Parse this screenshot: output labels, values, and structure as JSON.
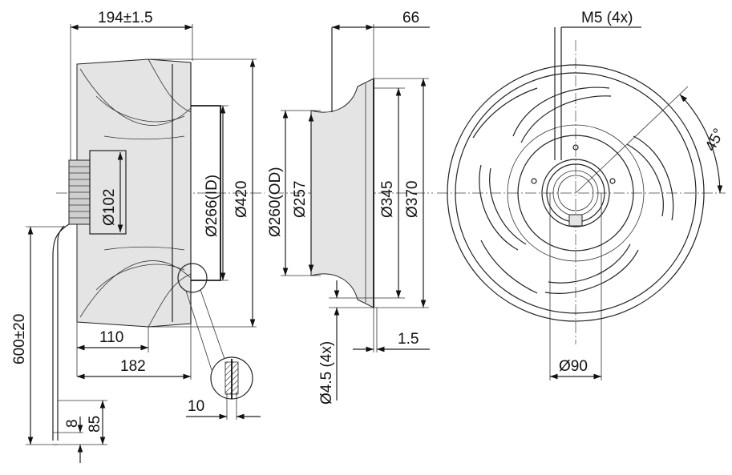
{
  "labels": {
    "width_overall": "194±1.5",
    "inlet_depth": "66",
    "thread": "M5 (4x)",
    "angle": "45°",
    "dia_hub": "Ø102",
    "dia_inner": "Ø266(ID)",
    "dia_outer_wheel": "Ø420",
    "dia_od": "Ø260(OD)",
    "dia_257": "Ø257",
    "dia_345": "Ø345",
    "dia_370": "Ø370",
    "cable_length": "600±20",
    "depth_110": "110",
    "depth_182": "182",
    "hole_dia": "Ø4.5 (4x)",
    "flange_thickness": "1.5",
    "detail_10": "10",
    "cable_8": "8",
    "cable_85": "85",
    "dia_90": "Ø90"
  }
}
